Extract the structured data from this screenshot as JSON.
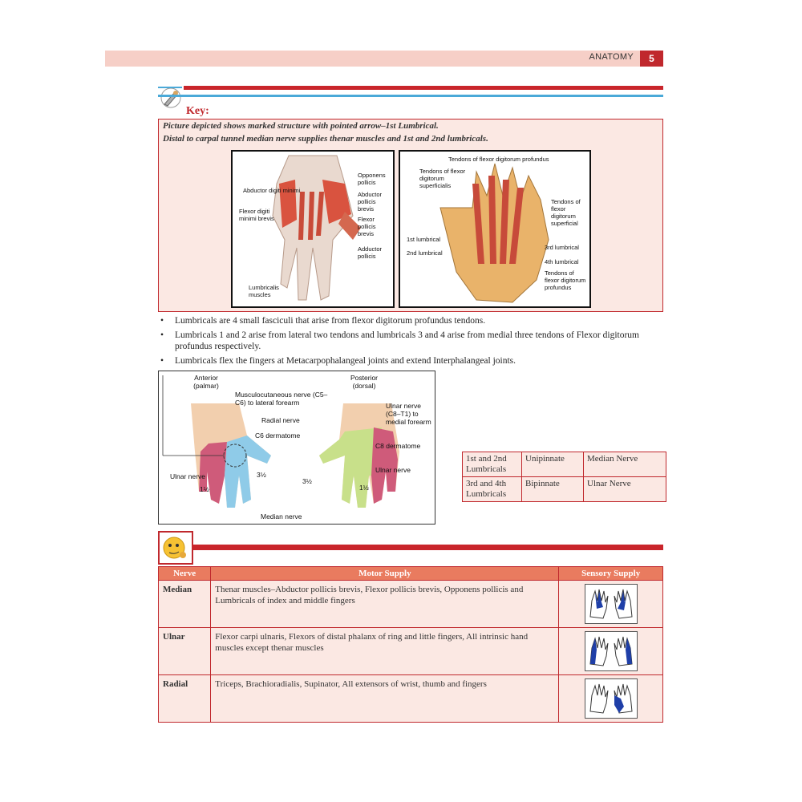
{
  "header": {
    "section_title": "ANATOMY",
    "page_number": "5"
  },
  "key": {
    "label": "Key:",
    "lines": [
      "Picture depicted shows marked structure with pointed arrow–1st Lumbrical.",
      "Distal to carpal tunnel median nerve supplies thenar muscles and 1st and 2nd lumbricals."
    ]
  },
  "figure_left": {
    "labels": [
      "Abductor digiti minimi",
      "Flexor digiti minimi brevis",
      "Opponens pollicis",
      "Abductor pollicis brevis",
      "Flexor pollicis brevis",
      "Adductor pollicis",
      "Lumbricalis muscles"
    ]
  },
  "figure_right": {
    "labels": [
      "Tendons of flexor digitorum profundus",
      "Tendons of flexor digitorum superficialis",
      "Tendons of flexor digitorum superficial",
      "1st lumbrical",
      "2nd lumbrical",
      "3rd lumbrical",
      "4th lumbrical",
      "Tendons of flexor digitorum profundus"
    ]
  },
  "bullets": [
    "Lumbricals are 4 small fasciculi that arise from flexor digitorum profundus tendons.",
    "Lumbricals 1 and 2 arise from lateral two tendons and lumbricals 3 and 4 arise from medial three tendons of Flexor digitorum profundus respectively.",
    "Lumbricals flex the fingers at Metacarpophalangeal joints and extend Interphalangeal joints."
  ],
  "dermatome": {
    "anterior": "Anterior (palmar)",
    "posterior": "Posterior (dorsal)",
    "musculo": "Musculocutaneous nerve (C5–C6) to lateral forearm",
    "radial": "Radial nerve",
    "c6": "C6 dermatome",
    "ulnar_top": "Ulnar nerve (C8–T1) to medial forearm",
    "c8": "C8 dermatome",
    "ulnar_left": "Ulnar nerve",
    "ulnar_right": "Ulnar nerve",
    "one_half_left": "1½",
    "three_half_left": "3½",
    "three_half_right": "3½",
    "one_half_right": "1½",
    "median": "Median nerve",
    "colors": {
      "ulnar": "#cf5b7a",
      "median": "#8fcbe8",
      "radial": "#c8e08a",
      "skin": "#f2cfae"
    }
  },
  "lumbrical_table": [
    [
      "1st and 2nd Lumbricals",
      "Unipinnate",
      "Median Nerve"
    ],
    [
      "3rd and 4th Lumbricals",
      "Bipinnate",
      "Ulnar Nerve"
    ]
  ],
  "nerve_table": {
    "headers": [
      "Nerve",
      "Motor Supply",
      "Sensory Supply"
    ],
    "rows": [
      {
        "nerve": "Median",
        "motor": "Thenar muscles–Abductor pollicis brevis, Flexor pollicis brevis, Opponens pollicis and Lumbricals of index and middle fingers"
      },
      {
        "nerve": "Ulnar",
        "motor": "Flexor carpi ulnaris, Flexors of distal phalanx of ring and little fingers, All intrinsic hand muscles except thenar muscles"
      },
      {
        "nerve": "Radial",
        "motor": "Triceps, Brachioradialis, Supinator, All extensors of wrist, thumb and fingers"
      }
    ]
  },
  "colors": {
    "accent_red": "#c0282d",
    "box_fill": "#fbe8e3",
    "header_fill": "#e97b5f",
    "sensory_blue": "#1f3fa8"
  }
}
